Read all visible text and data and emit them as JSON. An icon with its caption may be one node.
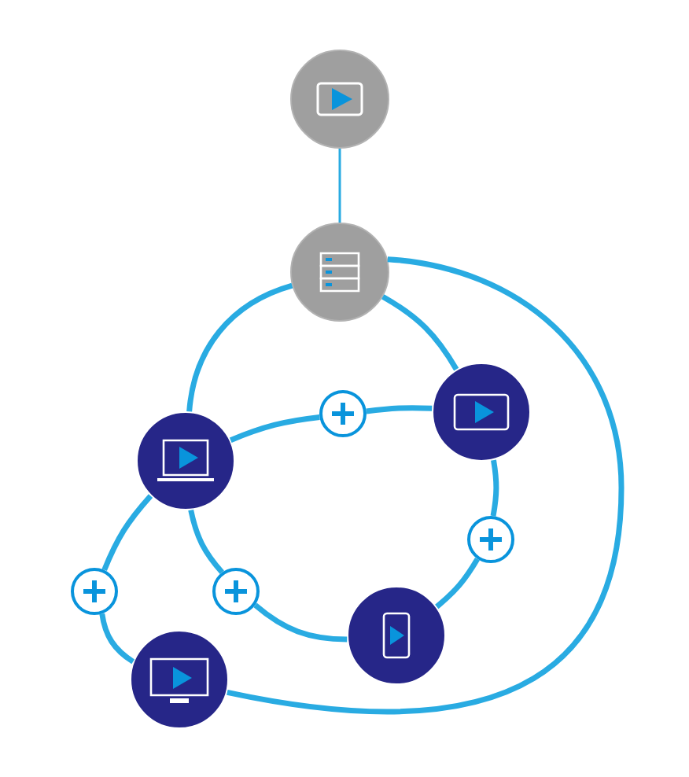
{
  "diagram": {
    "nodes": [
      {
        "text": [],
        "shape": "circle"
      },
      {
        "text": [],
        "shape": "circle"
      },
      {
        "text": [],
        "shape": "circle"
      },
      {
        "text": [],
        "shape": "circle"
      },
      {
        "text": [],
        "shape": "circle"
      },
      {
        "text": [],
        "shape": "circle"
      },
      {
        "text": [],
        "shape": "circle"
      },
      {
        "text": [],
        "shape": "circle"
      },
      {
        "text": [],
        "shape": "circle"
      },
      {
        "text": [],
        "shape": "circle"
      }
    ],
    "edges": [
      {
        "from": 0,
        "to": 1,
        "arrow": "none"
      },
      {
        "from": 1,
        "to": 4,
        "arrow": "none"
      },
      {
        "from": 4,
        "to": 7,
        "arrow": "none"
      },
      {
        "from": 7,
        "to": 8,
        "arrow": "none"
      },
      {
        "from": 8,
        "to": 5,
        "arrow": "none"
      },
      {
        "from": 5,
        "to": 2,
        "arrow": "none"
      },
      {
        "from": 2,
        "to": 1,
        "arrow": "none"
      },
      {
        "from": 4,
        "to": 3,
        "arrow": "none"
      },
      {
        "from": 3,
        "to": 2,
        "arrow": "none"
      },
      {
        "from": 4,
        "to": 6,
        "arrow": "none"
      },
      {
        "from": 6,
        "to": 9,
        "arrow": "none"
      },
      {
        "from": 9,
        "to": 1,
        "arrow": "none"
      }
    ]
  }
}
